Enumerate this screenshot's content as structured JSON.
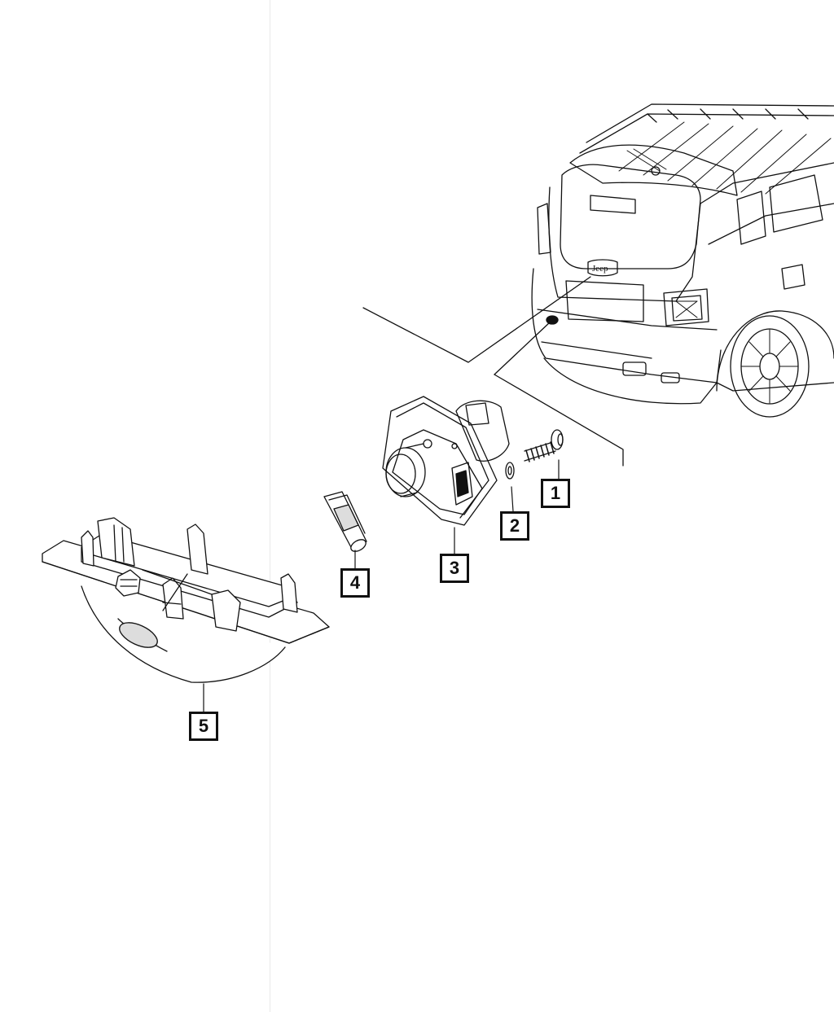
{
  "callouts": [
    {
      "label": "1",
      "part": "screw"
    },
    {
      "label": "2",
      "part": "washer"
    },
    {
      "label": "3",
      "part": "rear-view-camera"
    },
    {
      "label": "4",
      "part": "seal"
    },
    {
      "label": "5",
      "part": "camera-housing"
    }
  ],
  "colors": {
    "line": "#111111",
    "shade": "#cfcfcf",
    "background": "#ffffff"
  }
}
